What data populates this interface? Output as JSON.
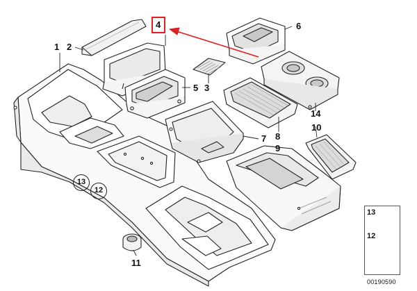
{
  "callouts": {
    "n1": "1",
    "n2": "2",
    "n3": "3",
    "n4": "4",
    "n5": "5",
    "n6": "6",
    "n7": "7",
    "n8": "8",
    "n9": "9",
    "n10": "10",
    "n11": "11",
    "n12": "12",
    "n13": "13",
    "n14": "14"
  },
  "circled": {
    "c13": "13",
    "c12": "12"
  },
  "legend": {
    "item_a": "13",
    "item_b": "12"
  },
  "document_number": "00190590",
  "colors": {
    "highlight": "#e02020",
    "line": "#222222"
  }
}
